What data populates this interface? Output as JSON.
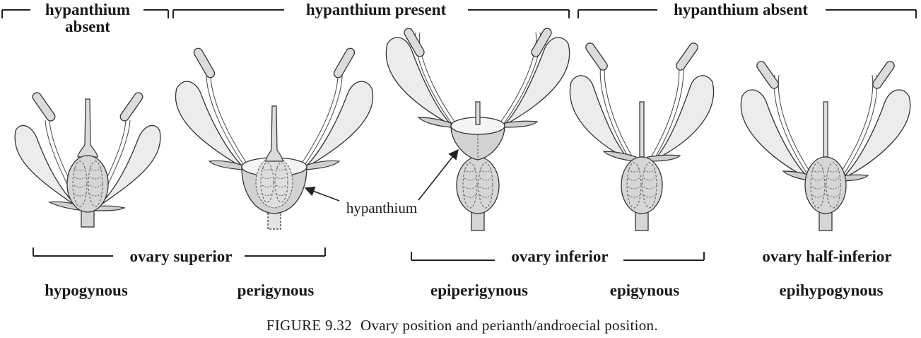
{
  "header_groups": [
    {
      "label_line1": "hypanthium",
      "label_line2": "absent"
    },
    {
      "label_line1": "hypanthium present"
    },
    {
      "label_line1": "hypanthium absent"
    }
  ],
  "annotation": {
    "label": "hypanthium"
  },
  "ovary_groups": [
    {
      "label": "ovary superior"
    },
    {
      "label": "ovary inferior"
    },
    {
      "label": "ovary half-inferior"
    }
  ],
  "flower_types": [
    {
      "name": "hypogynous"
    },
    {
      "name": "perigynous"
    },
    {
      "name": "epiperigynous"
    },
    {
      "name": "epigynous"
    },
    {
      "name": "epihypogynous"
    }
  ],
  "caption": {
    "figure_number": "FIGURE 9.32",
    "text": "Ovary position and perianth/androecial position."
  }
}
